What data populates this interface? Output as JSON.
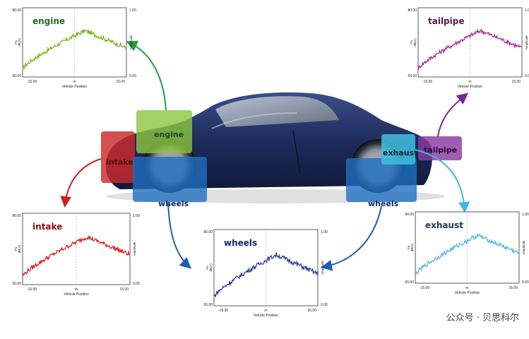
{
  "panels": [
    {
      "id": "engine",
      "title": "engine",
      "color": "#7ab51d",
      "title_color": "#1f6b1f",
      "y_top": "80.00",
      "y_bottom": "60.00",
      "y_left_label": "Pa\ndB(A)",
      "right_top": "1.00",
      "right_bottom": "0.00",
      "right_label": "Amplitude",
      "x_left": "-15.00",
      "x_mid": "m",
      "x_right": "15.00",
      "xlabel": "Vehicle Position"
    },
    {
      "id": "tailpipe",
      "title": "tailpipe",
      "color": "#b0288f",
      "title_color": "#5a1a4a",
      "y_top": "80.00",
      "y_bottom": "60.00",
      "y_left_label": "Pa\ndB(A)",
      "right_top": "1.00",
      "right_bottom": "0.00",
      "right_label": "Amplitude",
      "x_left": "-15.00",
      "x_mid": "m",
      "x_right": "15.00",
      "xlabel": "Vehicle Position"
    },
    {
      "id": "intake",
      "title": "intake",
      "color": "#d42020",
      "title_color": "#8b1010",
      "y_top": "80.00",
      "y_bottom": "60.00",
      "y_left_label": "Pa\ndB(A)",
      "right_top": "1.00",
      "right_bottom": "0.00",
      "right_label": "Amplitude",
      "x_left": "-15.00",
      "x_mid": "m",
      "x_right": "15.00",
      "xlabel": "Vehicle Position"
    },
    {
      "id": "wheels",
      "title": "wheels",
      "color": "#2a3a9a",
      "title_color": "#1a2470",
      "y_top": "80.00",
      "y_bottom": "60.00",
      "y_left_label": "Pa\ndB(A)",
      "right_top": "1.00",
      "right_bottom": "0.00",
      "right_label": "Amplitude",
      "x_left": "-15.00",
      "x_mid": "m",
      "x_right": "15.00",
      "xlabel": "Vehicle Position"
    },
    {
      "id": "exhaust",
      "title": "exhaust",
      "color": "#4fb8d8",
      "title_color": "#1a3a5a",
      "y_top": "80.00",
      "y_bottom": "60.00",
      "y_left_label": "Pa\ndB(A)",
      "right_top": "1.00",
      "right_bottom": "0.00",
      "right_label": "Amplitude",
      "x_left": "-15.00",
      "x_mid": "m",
      "x_right": "15.00",
      "xlabel": "Vehicle Position"
    }
  ],
  "car_labels": {
    "engine": "engine",
    "intake": "intake",
    "wheels_front": "wheels",
    "wheels_rear": "wheels",
    "exhaust": "exhaust",
    "tailpipe": "tailpipe"
  },
  "colors": {
    "engine": "#8cc63f",
    "intake": "#cc2a2a",
    "wheels": "#1f6fbf",
    "exhaust": "#3fc0e0",
    "tailpipe": "#8a3aa0",
    "car_body": "#1e2c5c"
  },
  "watermark": "公众号 · 贝思科尔"
}
